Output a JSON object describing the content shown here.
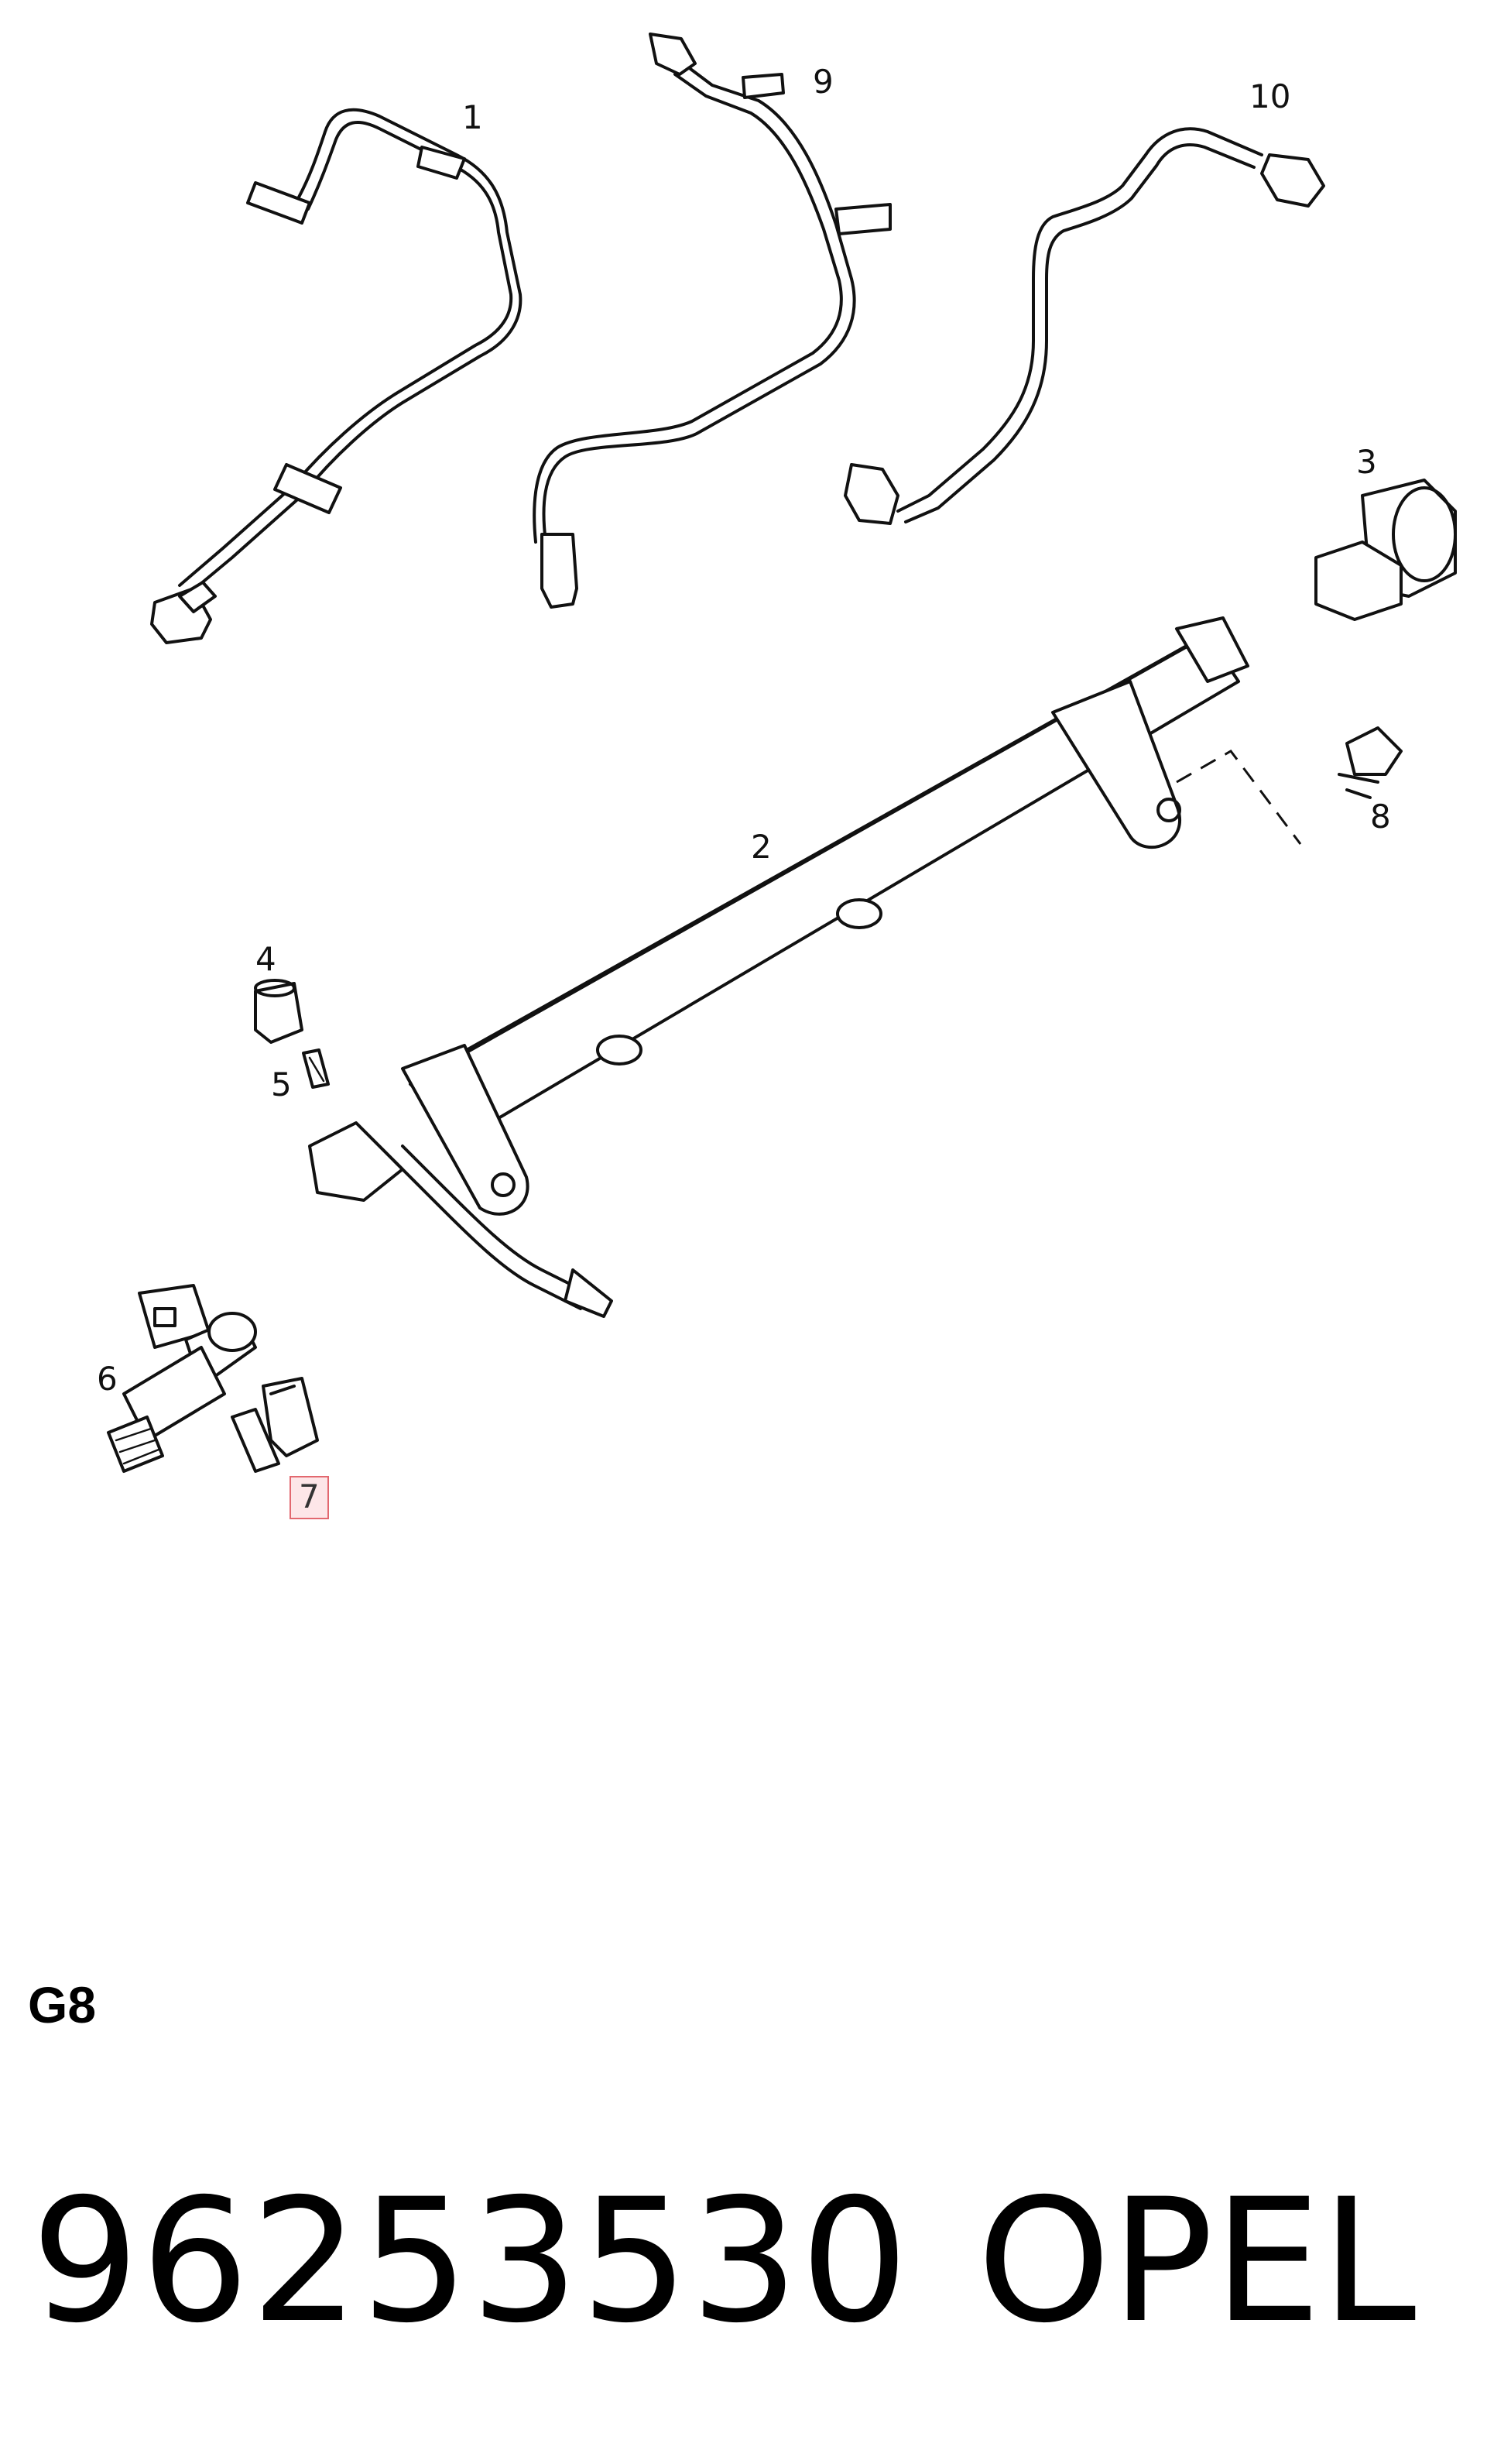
{
  "diagram": {
    "callouts": [
      {
        "id": "1",
        "text": "1"
      },
      {
        "id": "2",
        "text": "2"
      },
      {
        "id": "3",
        "text": "3"
      },
      {
        "id": "4",
        "text": "4"
      },
      {
        "id": "5",
        "text": "5"
      },
      {
        "id": "6",
        "text": "6"
      },
      {
        "id": "7",
        "text": "7",
        "highlighted": true
      },
      {
        "id": "8",
        "text": "8"
      },
      {
        "id": "9",
        "text": "9"
      },
      {
        "id": "10",
        "text": "10"
      }
    ],
    "highlight_color": "#e2686f",
    "highlight_fill": "#fde6e8"
  },
  "footer": {
    "section_code": "G8",
    "part_number": "96253530",
    "brand": "OPEL"
  }
}
